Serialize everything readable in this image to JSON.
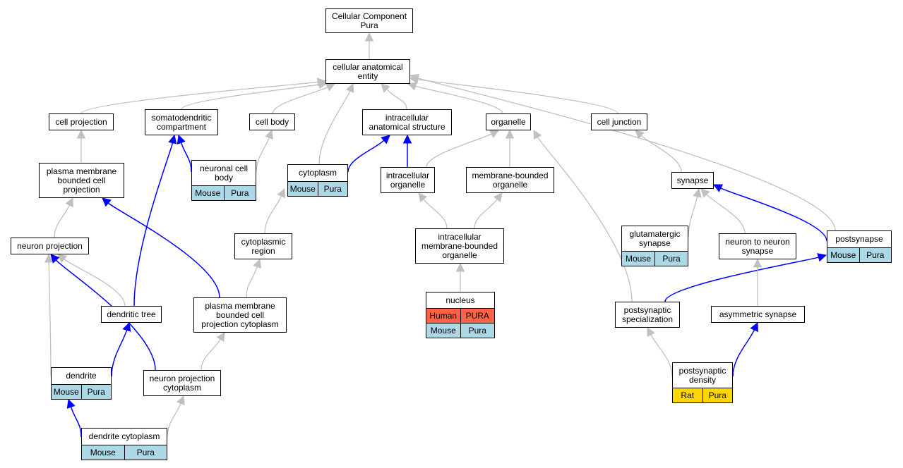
{
  "colors": {
    "gray_edge": "#c0c0c0",
    "blue_edge": "#0000ff",
    "mouse": "#add8e6",
    "human": "#ff6347",
    "rat": "#ffd700"
  },
  "nodes": [
    {
      "id": "root",
      "lines": [
        "Cellular Component",
        "Pura"
      ]
    },
    {
      "id": "cae",
      "lines": [
        "cellular anatomical",
        "entity"
      ]
    },
    {
      "id": "cellproj",
      "lines": [
        "cell projection"
      ]
    },
    {
      "id": "somato",
      "lines": [
        "somatodendritic",
        "compartment"
      ]
    },
    {
      "id": "cellbody",
      "lines": [
        "cell body"
      ]
    },
    {
      "id": "ias",
      "lines": [
        "intracellular",
        "anatomical structure"
      ]
    },
    {
      "id": "organelle",
      "lines": [
        "organelle"
      ]
    },
    {
      "id": "celljunc",
      "lines": [
        "cell junction"
      ]
    },
    {
      "id": "pmbcp",
      "lines": [
        "plasma membrane",
        "bounded cell",
        "projection"
      ]
    },
    {
      "id": "ncb",
      "lines": [
        "neuronal cell",
        "body"
      ],
      "tags": [
        [
          "Mouse",
          "Pura"
        ]
      ]
    },
    {
      "id": "cytoplasm",
      "lines": [
        "cytoplasm"
      ],
      "tags": [
        [
          "Mouse",
          "Pura"
        ]
      ]
    },
    {
      "id": "iorg",
      "lines": [
        "intracellular",
        "organelle"
      ]
    },
    {
      "id": "mbo",
      "lines": [
        "membrane-bounded",
        "organelle"
      ]
    },
    {
      "id": "synapse",
      "lines": [
        "synapse"
      ]
    },
    {
      "id": "postsynapse",
      "lines": [
        "postsynapse"
      ],
      "tags": [
        [
          "Mouse",
          "Pura"
        ]
      ]
    },
    {
      "id": "neuronproj",
      "lines": [
        "neuron projection"
      ]
    },
    {
      "id": "cytregion",
      "lines": [
        "cytoplasmic",
        "region"
      ]
    },
    {
      "id": "imbo",
      "lines": [
        "intracellular",
        "membrane-bounded",
        "organelle"
      ]
    },
    {
      "id": "glut",
      "lines": [
        "glutamatergic",
        "synapse"
      ],
      "tags": [
        [
          "Mouse",
          "Pura"
        ]
      ]
    },
    {
      "id": "n2n",
      "lines": [
        "neuron to neuron",
        "synapse"
      ]
    },
    {
      "id": "dtree",
      "lines": [
        "dendritic tree"
      ]
    },
    {
      "id": "pmbcpc",
      "lines": [
        "plasma membrane",
        "bounded cell",
        "projection cytoplasm"
      ]
    },
    {
      "id": "nucleus",
      "lines": [
        "nucleus"
      ],
      "tags": [
        [
          "Human",
          "PURA"
        ],
        [
          "Mouse",
          "Pura"
        ]
      ]
    },
    {
      "id": "pss",
      "lines": [
        "postsynaptic",
        "specialization"
      ]
    },
    {
      "id": "asym",
      "lines": [
        "asymmetric synapse"
      ]
    },
    {
      "id": "dendrite",
      "lines": [
        "dendrite"
      ],
      "tags": [
        [
          "Mouse",
          "Pura"
        ]
      ]
    },
    {
      "id": "npc",
      "lines": [
        "neuron projection",
        "cytoplasm"
      ]
    },
    {
      "id": "psd",
      "lines": [
        "postsynaptic",
        "density"
      ],
      "tags": [
        [
          "Rat",
          "Pura"
        ]
      ]
    },
    {
      "id": "dcyto",
      "lines": [
        "dendrite cytoplasm"
      ],
      "tags": [
        [
          "Mouse",
          "Pura"
        ]
      ]
    }
  ],
  "edges": [
    {
      "from": "cae",
      "to": "root",
      "kind": "is_a"
    },
    {
      "from": "cellproj",
      "to": "cae",
      "kind": "is_a"
    },
    {
      "from": "somato",
      "to": "cae",
      "kind": "is_a"
    },
    {
      "from": "cellbody",
      "to": "cae",
      "kind": "is_a"
    },
    {
      "from": "ias",
      "to": "cae",
      "kind": "is_a"
    },
    {
      "from": "organelle",
      "to": "cae",
      "kind": "is_a"
    },
    {
      "from": "celljunc",
      "to": "cae",
      "kind": "is_a"
    },
    {
      "from": "cytoplasm",
      "to": "cae",
      "kind": "is_a"
    },
    {
      "from": "postsynapse",
      "to": "cae",
      "kind": "is_a"
    },
    {
      "from": "pmbcp",
      "to": "cellproj",
      "kind": "is_a"
    },
    {
      "from": "ncb",
      "to": "somato",
      "kind": "part_of"
    },
    {
      "from": "ncb",
      "to": "cellbody",
      "kind": "is_a"
    },
    {
      "from": "cytoplasm",
      "to": "ias",
      "kind": "part_of"
    },
    {
      "from": "iorg",
      "to": "ias",
      "kind": "part_of"
    },
    {
      "from": "iorg",
      "to": "organelle",
      "kind": "is_a"
    },
    {
      "from": "mbo",
      "to": "organelle",
      "kind": "is_a"
    },
    {
      "from": "synapse",
      "to": "celljunc",
      "kind": "is_a"
    },
    {
      "from": "postsynapse",
      "to": "synapse",
      "kind": "part_of"
    },
    {
      "from": "neuronproj",
      "to": "pmbcp",
      "kind": "is_a"
    },
    {
      "from": "cytregion",
      "to": "cytoplasm",
      "kind": "is_a"
    },
    {
      "from": "imbo",
      "to": "iorg",
      "kind": "is_a"
    },
    {
      "from": "imbo",
      "to": "mbo",
      "kind": "is_a"
    },
    {
      "from": "glut",
      "to": "synapse",
      "kind": "is_a"
    },
    {
      "from": "n2n",
      "to": "synapse",
      "kind": "is_a"
    },
    {
      "from": "dtree",
      "to": "neuronproj",
      "kind": "is_a"
    },
    {
      "from": "dtree",
      "to": "somato",
      "kind": "part_of"
    },
    {
      "from": "pmbcpc",
      "to": "pmbcp",
      "kind": "part_of"
    },
    {
      "from": "pmbcpc",
      "to": "cytregion",
      "kind": "is_a"
    },
    {
      "from": "nucleus",
      "to": "imbo",
      "kind": "is_a"
    },
    {
      "from": "pss",
      "to": "organelle",
      "kind": "is_a"
    },
    {
      "from": "pss",
      "to": "postsynapse",
      "kind": "part_of"
    },
    {
      "from": "asym",
      "to": "n2n",
      "kind": "is_a"
    },
    {
      "from": "dendrite",
      "to": "neuronproj",
      "kind": "is_a"
    },
    {
      "from": "dendrite",
      "to": "dtree",
      "kind": "part_of"
    },
    {
      "from": "npc",
      "to": "neuronproj",
      "kind": "part_of"
    },
    {
      "from": "npc",
      "to": "pmbcpc",
      "kind": "is_a"
    },
    {
      "from": "psd",
      "to": "pss",
      "kind": "is_a"
    },
    {
      "from": "psd",
      "to": "asym",
      "kind": "part_of"
    },
    {
      "from": "dcyto",
      "to": "dendrite",
      "kind": "part_of"
    },
    {
      "from": "dcyto",
      "to": "npc",
      "kind": "is_a"
    }
  ]
}
